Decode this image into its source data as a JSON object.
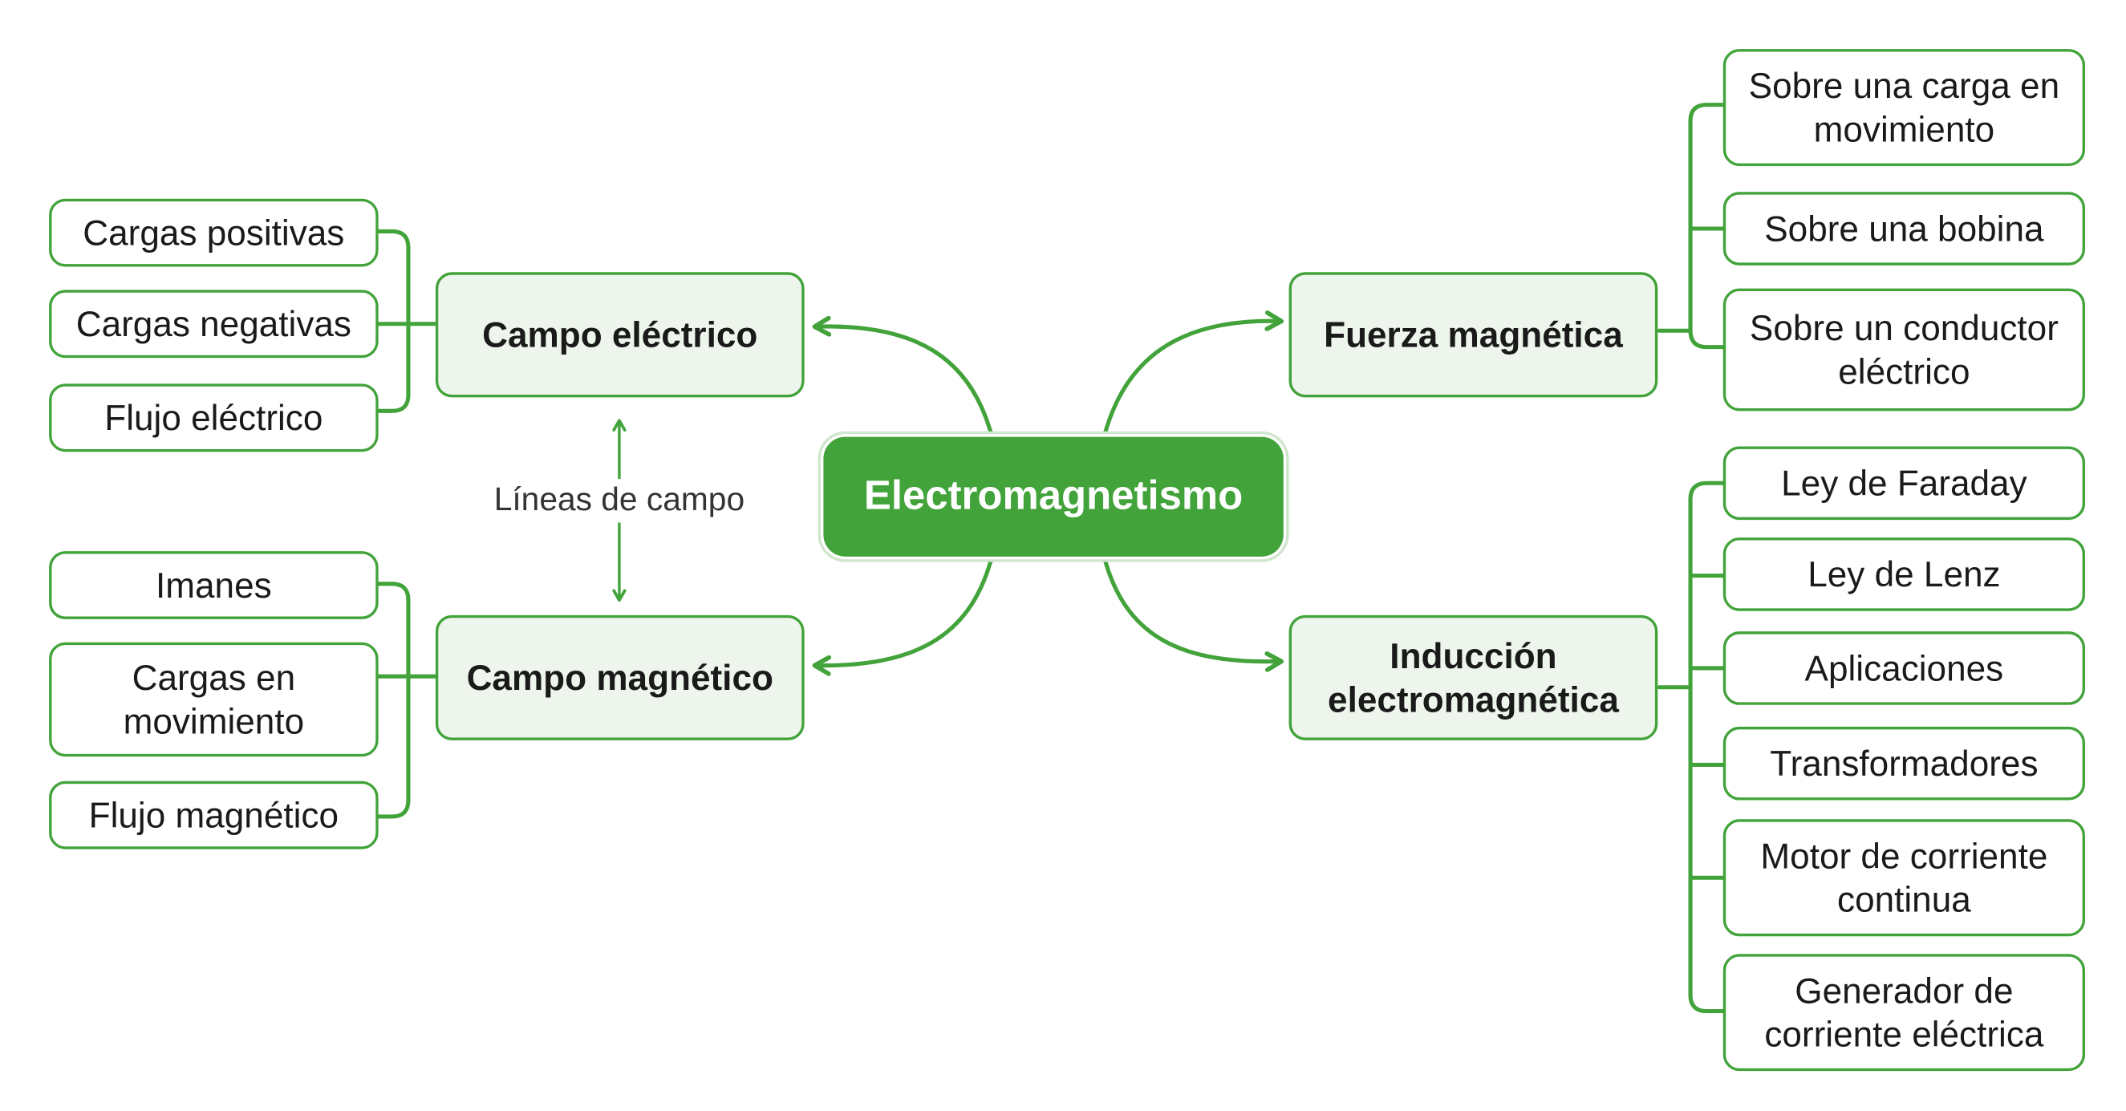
{
  "colors": {
    "accent": "#43a33b",
    "branch_fill": "#eef5ec"
  },
  "center": "Electromagnetismo",
  "campo_electrico": {
    "title": "Campo eléctrico",
    "items": [
      "Cargas positivas",
      "Cargas negativas",
      "Flujo eléctrico"
    ]
  },
  "campo_magnetico": {
    "title": "Campo magnético",
    "items": [
      "Imanes",
      "Cargas en movimiento",
      "Flujo magnético"
    ]
  },
  "relation_label": "Líneas de campo",
  "fuerza_magnetica": {
    "title": "Fuerza magnética",
    "items": [
      "Sobre una carga en movimiento",
      "Sobre una bobina",
      "Sobre un conductor eléctrico"
    ]
  },
  "induccion": {
    "title": "Inducción electromagnética",
    "items": [
      "Ley de Faraday",
      "Ley de Lenz",
      "Aplicaciones",
      "Transformadores",
      "Motor de corriente continua",
      "Generador de corriente eléctrica"
    ]
  }
}
